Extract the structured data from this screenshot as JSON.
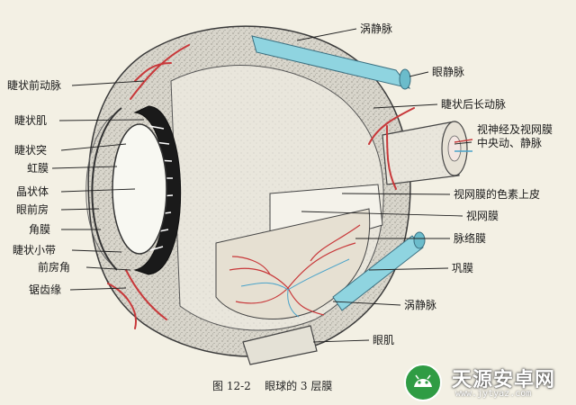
{
  "labels_left": [
    {
      "id": "ciliary-anterior-artery",
      "text": "睫状前动脉"
    },
    {
      "id": "ciliary-muscle",
      "text": "睫状肌"
    },
    {
      "id": "ciliary-process",
      "text": "睫状突"
    },
    {
      "id": "iris",
      "text": "虹膜"
    },
    {
      "id": "lens",
      "text": "晶状体"
    },
    {
      "id": "anterior-chamber",
      "text": "眼前房"
    },
    {
      "id": "cornea",
      "text": "角膜"
    },
    {
      "id": "ciliary-zonule",
      "text": "睫状小带"
    },
    {
      "id": "anterior-chamber-angle",
      "text": "前房角"
    },
    {
      "id": "ora-serrata",
      "text": "锯齿缘"
    }
  ],
  "labels_right": [
    {
      "id": "vortex-vein-top",
      "text": "涡静脉"
    },
    {
      "id": "ophthalmic-vein",
      "text": "眼静脉"
    },
    {
      "id": "posterior-ciliary-artery",
      "text": "睫状后长动脉"
    },
    {
      "id": "optic-nerve",
      "text": "视神经及视网膜"
    },
    {
      "id": "central-vessels",
      "text": "中央动、静脉"
    },
    {
      "id": "retinal-pigment-epithelium",
      "text": "视网膜的色素上皮"
    },
    {
      "id": "retina",
      "text": "视网膜"
    },
    {
      "id": "choroid",
      "text": "脉络膜"
    },
    {
      "id": "sclera",
      "text": "巩膜"
    },
    {
      "id": "vortex-vein-bottom",
      "text": "涡静脉"
    },
    {
      "id": "eye-muscle",
      "text": "眼肌"
    }
  ],
  "caption": {
    "figure": "图 12-2",
    "title": "眼球的 3 层膜"
  },
  "watermark": {
    "name": "天源安卓网",
    "url": "www.jytyaz.com"
  },
  "colors": {
    "artery": "#c8383a",
    "vein": "#8fd4e0",
    "sclera": "#d9d6cc",
    "lens": "#f8f8f2",
    "background": "#f3f0e4",
    "iris": "#1a1a1a"
  }
}
